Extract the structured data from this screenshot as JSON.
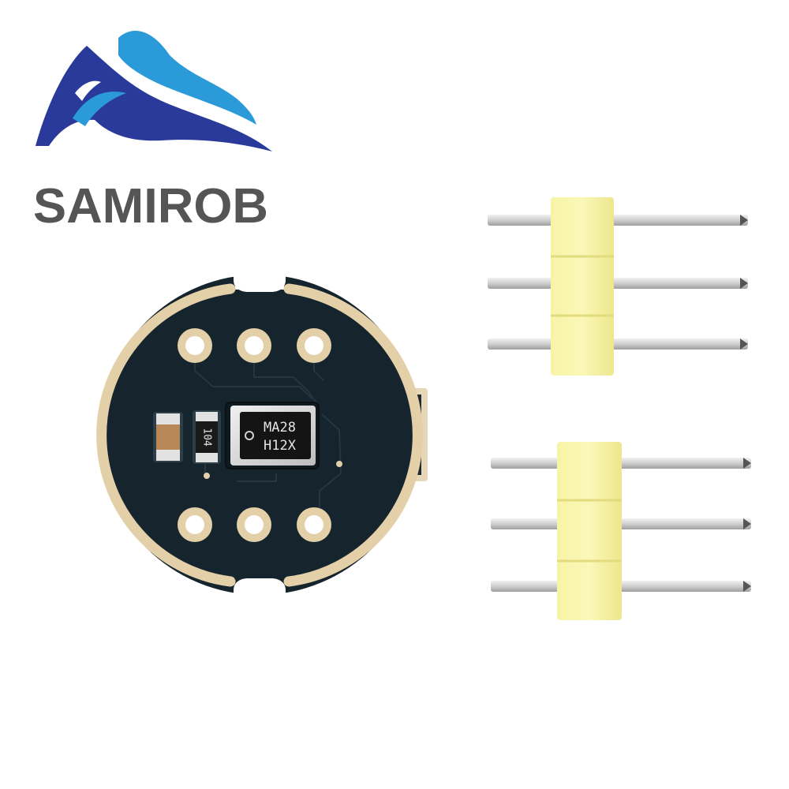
{
  "brand": {
    "name": "SAMIROB",
    "logo_colors": {
      "dark": "#2a3a9a",
      "light": "#2b9ad8",
      "text": "#555555"
    }
  },
  "module": {
    "board_color": "#16252d",
    "gold_color": "#e3cfa8",
    "chip_marking": [
      "MA28",
      "H12X"
    ],
    "resistor_marking": "104"
  },
  "headers": {
    "plastic_color": "#f4f19a",
    "pin_color": "#d9d9d9"
  }
}
